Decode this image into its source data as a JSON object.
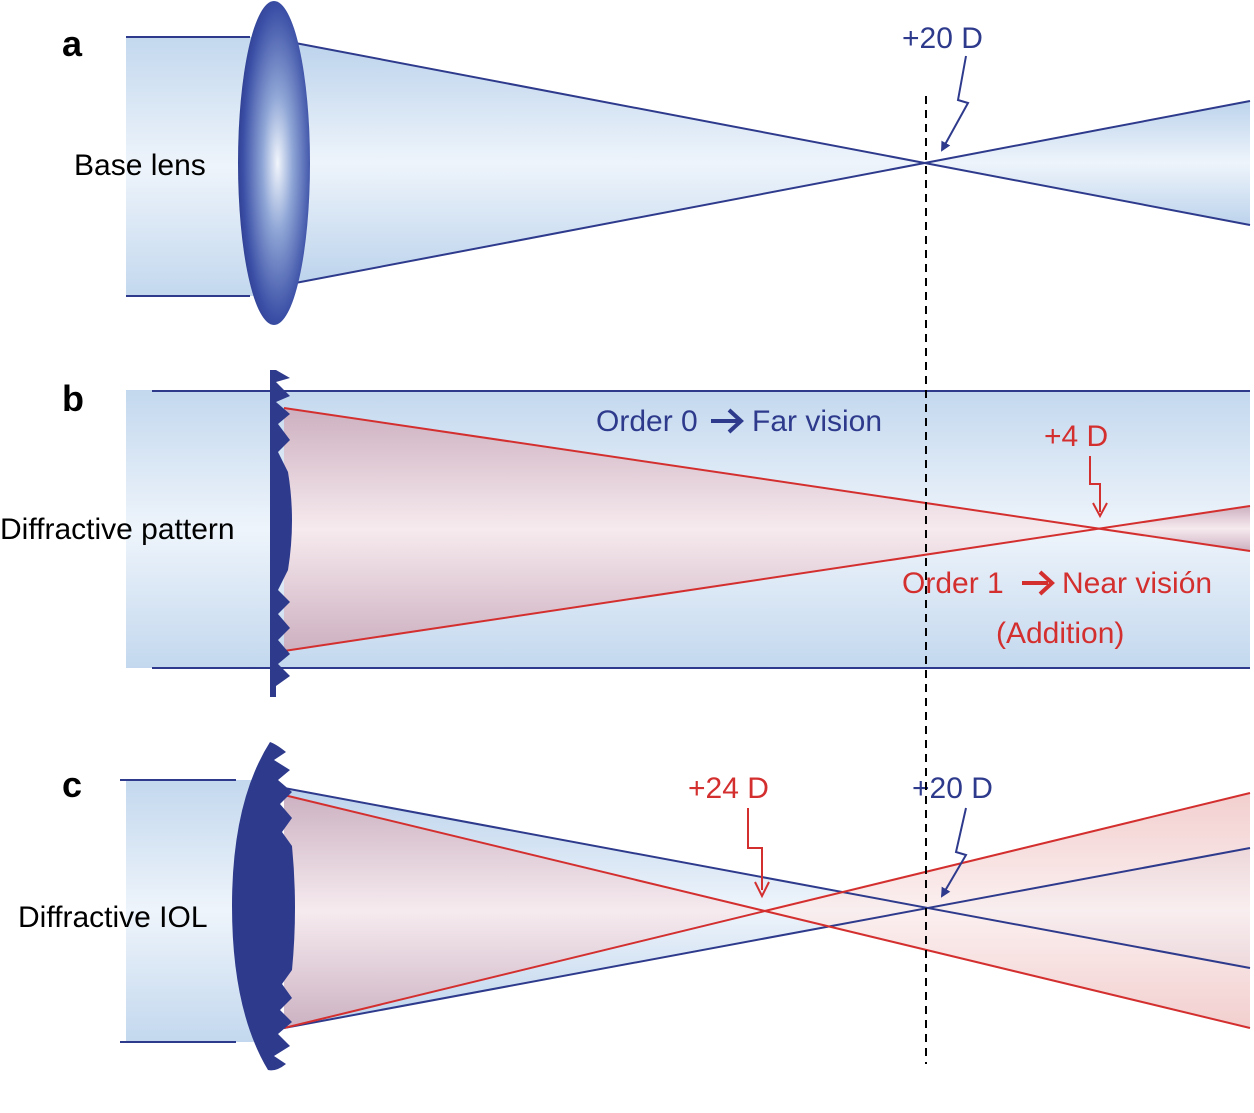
{
  "colors": {
    "lens_blue": "#2e3a8c",
    "ray_blue": "#2e3a8c",
    "ray_red": "#d42f2f",
    "beam_fill": "#c9dcef",
    "focus_line": "#000000"
  },
  "panels": {
    "a": {
      "letter": "a",
      "element_label": "Base lens",
      "focus_label": "+20 D"
    },
    "b": {
      "letter": "b",
      "element_label": "Diffractive pattern",
      "order0_prefix": "Order 0",
      "order0_suffix": "Far vision",
      "order1_prefix": "Order 1",
      "order1_suffix": "Near visión",
      "order1_note": "(Addition)",
      "focus_label": "+4 D"
    },
    "c": {
      "letter": "c",
      "element_label": "Diffractive IOL",
      "near_focus_label": "+24 D",
      "far_focus_label": "+20 D"
    }
  },
  "icons": {
    "arrow": "right-arrow-icon",
    "pointer": "zigzag-arrow-icon"
  }
}
